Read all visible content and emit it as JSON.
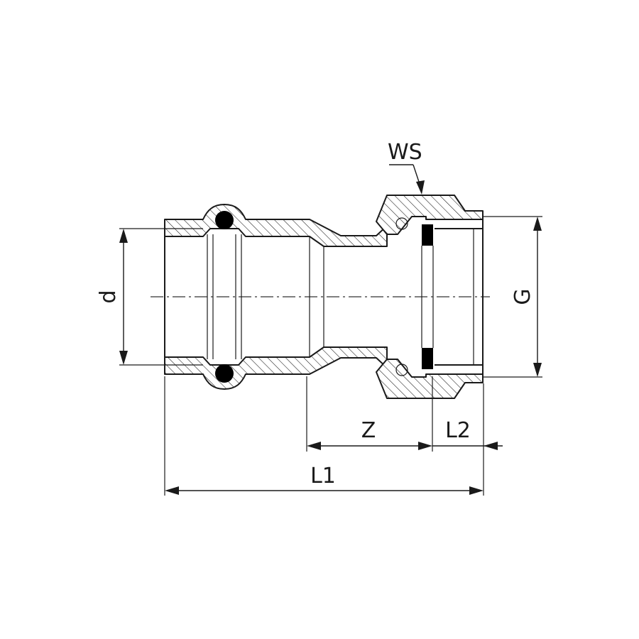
{
  "labels": {
    "d": "d",
    "G": "G",
    "Z": "Z",
    "L1": "L1",
    "L2": "L2",
    "WS": "WS"
  },
  "colors": {
    "line": "#1a1a1a",
    "seal": "#000000",
    "background": "#ffffff"
  }
}
